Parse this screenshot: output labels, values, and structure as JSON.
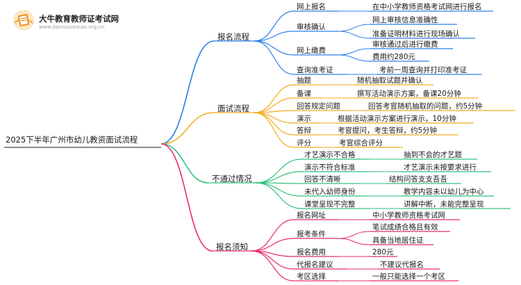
{
  "logo": {
    "title": "大牛教育教师证考试网",
    "url": "www.daniuxuexiao.org.cn"
  },
  "root": "2025下半年广州市幼儿教资面试流程",
  "colors": {
    "branch1": "#2b7de9",
    "branch2": "#f0ac1e",
    "branch3": "#2fc27a",
    "branch4": "#e8296e"
  },
  "branches": {
    "b1": {
      "title": "报名流程",
      "nodes": {
        "n1": {
          "label": "网上报名",
          "leaves": [
            "在中小学教师资格考试网进行报名"
          ]
        },
        "n2": {
          "label": "审核确认",
          "leaves": [
            "网上审核信息准确性",
            "准备证明材料进行现场确认"
          ]
        },
        "n3": {
          "label": "网上缴费",
          "leaves": [
            "审核通过后进行缴费",
            "费用约280元"
          ]
        },
        "n4": {
          "label": "查询准考证",
          "leaves": [
            "考前一周查询并打印准考证"
          ]
        }
      }
    },
    "b2": {
      "title": "面试流程",
      "nodes": {
        "n1": {
          "label": "抽题",
          "leaves": [
            "随机抽取试题并确认"
          ]
        },
        "n2": {
          "label": "备课",
          "leaves": [
            "撰写活动演示方案，备课20分钟"
          ]
        },
        "n3": {
          "label": "回答规定问题",
          "leaves": [
            "回答考官随机抽取的问题，约5分钟"
          ]
        },
        "n4": {
          "label": "演示",
          "leaves": [
            "根据活动演示方案进行演示，10分钟"
          ]
        },
        "n5": {
          "label": "答辩",
          "leaves": [
            "考官提问，考生答辩，约5分钟"
          ]
        },
        "n6": {
          "label": "评分",
          "leaves": [
            "考官综合评分"
          ]
        }
      }
    },
    "b3": {
      "title": "不通过情况",
      "nodes": {
        "n1": {
          "label": "才艺演示不合格",
          "leaves": [
            "抽到不会的才艺题"
          ]
        },
        "n2": {
          "label": "演示不符合标准",
          "leaves": [
            "才艺演示未按要求进行"
          ]
        },
        "n3": {
          "label": "回答不清晰",
          "leaves": [
            "结构问答支支吾吾"
          ]
        },
        "n4": {
          "label": "未代入幼师身份",
          "leaves": [
            "教学内容未以幼儿为中心"
          ]
        },
        "n5": {
          "label": "课堂呈现不完整",
          "leaves": [
            "讲解中断，未能完整呈现"
          ]
        }
      }
    },
    "b4": {
      "title": "报名须知",
      "nodes": {
        "n1": {
          "label": "报名网址",
          "leaves": [
            "中小学教师资格考试网"
          ]
        },
        "n2": {
          "label": "报考条件",
          "leaves": [
            "笔试成绩合格且有效",
            "具备当地居住证"
          ]
        },
        "n3": {
          "label": "报名费用",
          "leaves": [
            "280元"
          ]
        },
        "n4": {
          "label": "代报名建议",
          "leaves": [
            "不建议代报名"
          ]
        },
        "n5": {
          "label": "考区选择",
          "leaves": [
            "一般只能选择一个考区"
          ]
        }
      }
    }
  }
}
